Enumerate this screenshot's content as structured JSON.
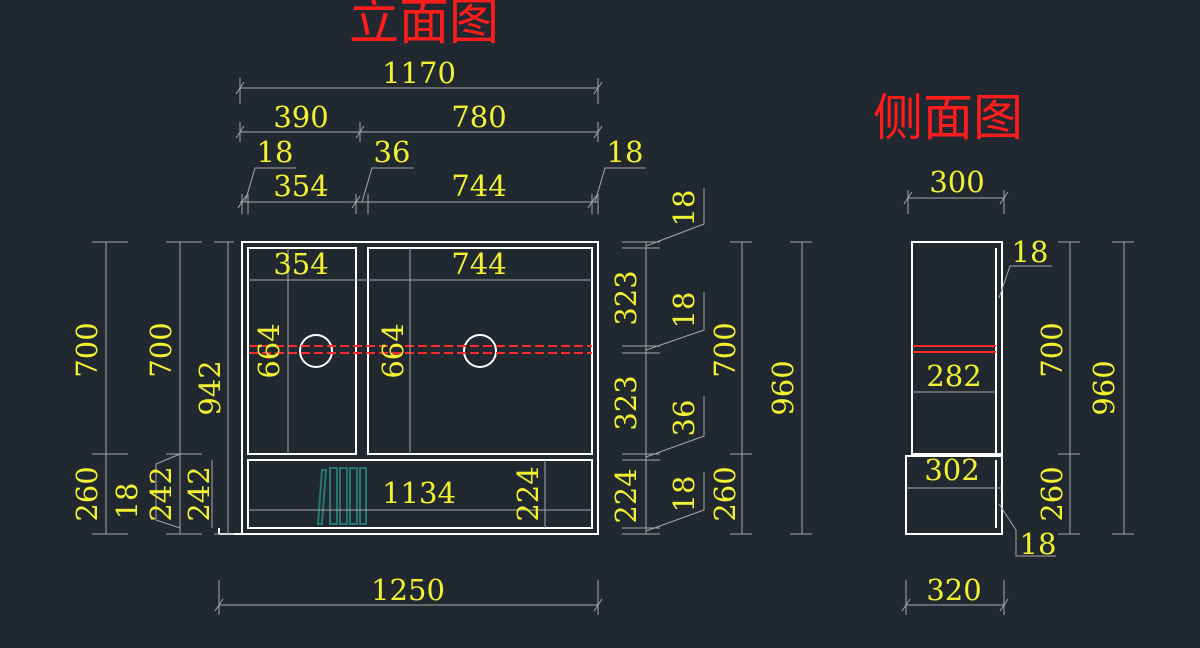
{
  "colors": {
    "background": "#212830",
    "outline": "#ffffff",
    "dimension": "#a7a7a7",
    "text": "#f2f233",
    "title": "#ff1c1c",
    "shelf_marker": "#ff2a2a",
    "binder": "#2a8a86"
  },
  "titles": {
    "front": "立面图",
    "side": "侧面图"
  },
  "front": {
    "top_overall": "1170",
    "top_left": "390",
    "top_right": "780",
    "left_panel": "18",
    "mid_panel": "36",
    "right_panel": "18",
    "left_inner": "354",
    "right_inner": "744",
    "inner_left_width": "354",
    "inner_right_width": "744",
    "left_bay_height": "664",
    "right_bay_height": "664",
    "drawer_width": "1134",
    "drawer_inner_height": "224",
    "bottom_overall": "1250",
    "left_upper": "700",
    "left_lower": "260",
    "left_upper_2": "700",
    "left_plinth": "18",
    "left_lower_2": "242",
    "left_total": "942",
    "left_lower_3": "242",
    "right_top_board": "18",
    "right_upper_bay": "323",
    "right_shelf": "18",
    "right_lower_bay": "323",
    "right_divider": "36",
    "right_drawer": "224",
    "right_bottom_board": "18",
    "right_upper": "700",
    "right_lower": "260",
    "right_total": "960"
  },
  "side": {
    "top_depth": "300",
    "top_board": "18",
    "shelf_depth": "282",
    "drawer_depth": "302",
    "bottom_board": "18",
    "bottom_depth": "320",
    "upper": "700",
    "lower": "260",
    "total": "960"
  }
}
